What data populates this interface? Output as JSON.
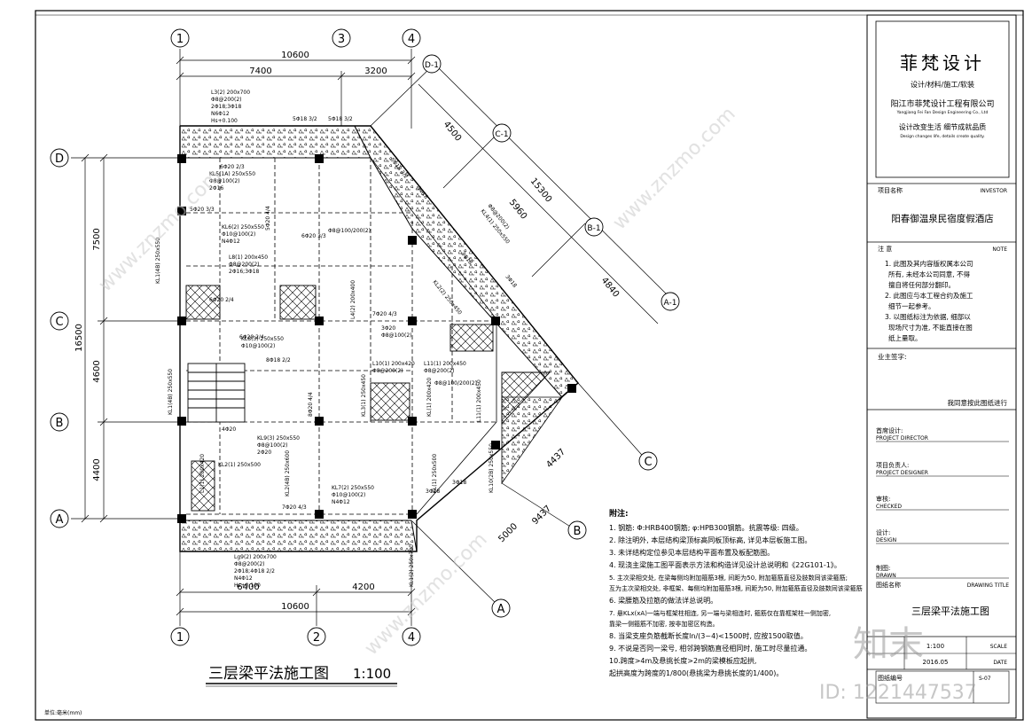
{
  "grid": {
    "vertical_top": [
      "1",
      "3",
      "4"
    ],
    "vertical_bottom": [
      "1",
      "2",
      "4"
    ],
    "horizontal_left": [
      "D",
      "C",
      "B",
      "A"
    ],
    "diagonal": [
      "D-1",
      "C-1",
      "B-1",
      "A-1"
    ],
    "diagonal_bottom": [
      "C",
      "B",
      "A"
    ]
  },
  "dimensions": {
    "top_total": "10600",
    "top_left": "7400",
    "top_right": "3200",
    "bottom_total": "10600",
    "bottom_left": "6400",
    "bottom_right": "4200",
    "left_total": "16500",
    "left_upper": "7500",
    "left_middle": "4600",
    "left_lower": "4400",
    "diag_4500": "4500",
    "diag_15300": "15300",
    "diag_5960": "5960",
    "diag_4840": "4840",
    "diag_4437": "4437",
    "diag_9437": "9437",
    "diag_5000": "5000"
  },
  "beam_labels": [
    "L3(2) 200x700",
    "KL5(1A) 250x550",
    "KL6(2) 250x550",
    "L8(1) 200x450",
    "KL9(3) 250x550",
    "KL7(2) 250x550",
    "Lg9(2) 200x700",
    "L10(1) 200x420",
    "L11(1) 200x450",
    "KL4(1) 250x550",
    "KL8(3) 250x550",
    "KL2(1) 250x500"
  ],
  "notes_title": "附注:",
  "notes": [
    "1. 钢筋: Φ:HRB400钢筋; φ:HPB300钢筋。抗震等级: 四级。",
    "2. 除注明外, 本层结构梁顶标高同板顶标高, 详见本层板施工图。",
    "3. 未详结构定位参见本层结构平面布置及板配筋图。",
    "4. 现浇主梁施工图平面表示方法和构造详见设计总说明和《22G101-1》。",
    "5. 主次梁相交处, 在梁每侧均附加箍筋3根, 间距为50, 附加箍筋直径及肢数同该梁箍筋;",
    "   互为主次梁相交处, 非框架、每侧均附加箍筋3根, 间距为50, 附加箍筋直径及肢数同该梁箍筋",
    "6. 梁腰筋及拉筋的做法详总说明。",
    "7. 悬KLx(xA)一端与框架柱相连, 另一端与梁相连时, 箍筋仅在靠框架柱一侧加密,",
    "   靠梁一侧箍筋不加密, 按非加密区构造。",
    "8. 当梁支座负筋截断长度ln/(3~4)<1500时, 应按1500取值。",
    "9. 不说是否同一梁号, 相邻跨钢筋直径相同时, 施工时尽量拉通。",
    "10.跨度>4m及悬挑长度>2m的梁模板应起拱,",
    "   起拱高度为跨度的1/800(悬挑梁为悬挑长度的1/400)。"
  ],
  "drawing": {
    "title": "三层梁平法施工图",
    "scale": "1:100",
    "unit_note": "单位:毫米(mm)"
  },
  "title_block": {
    "company_name": "菲梵设计",
    "company_tag": "设计/材料/施工/软装",
    "company_full": "阳江市菲梵设计工程有限公司",
    "company_en": "Yangjiang Fei Fan Design Engineering Co., Ltd",
    "slogan": "设计改变生活 细节成就品质",
    "slogan_en": "Design changes life, details create quality.",
    "project_label": "项目名称",
    "investor_label": "INVESTOR",
    "project_name": "阳春御温泉民宿度假酒店",
    "note_label": "注 意",
    "note_en": "NOTE",
    "notice_lines": [
      "1. 此图及其内容版权属本公司",
      "所有, 未经本公司同意, 不得",
      "擅自将任何部分翻印。",
      "2. 此图应与本工程合约及施工",
      "细节一起参考。",
      "3. 以图纸标注为依据, 细部以",
      "现场尺寸为准, 不能直接在图",
      "纸上量取。"
    ],
    "owner_sign": "业主签字:",
    "owner_agree": "我同意按此图纸进行",
    "director_cn": "首席设计:",
    "director_en": "PROJECT DIRECTOR",
    "designer_cn": "项目负责人:",
    "designer_en": "PROJECT DESIGNER",
    "checked_cn": "审核:",
    "checked_en": "CHECKED",
    "design_cn": "设计:",
    "design_en": "DESIGN",
    "drawn_cn": "制图:",
    "drawn_en": "DRAWN",
    "title_cn": "图纸名称",
    "title_en": "DRAWING TITLE",
    "drawing_title": "三层梁平法施工图",
    "scale_label": "SCALE",
    "scale_value": "1:100",
    "date_label": "DATE",
    "date_value": "2016.05",
    "number_label": "图纸编号",
    "number_value": "S-07"
  },
  "watermark": {
    "brand": "知末",
    "id": "ID: 1221447537",
    "diag": "www.znzmo.com"
  }
}
